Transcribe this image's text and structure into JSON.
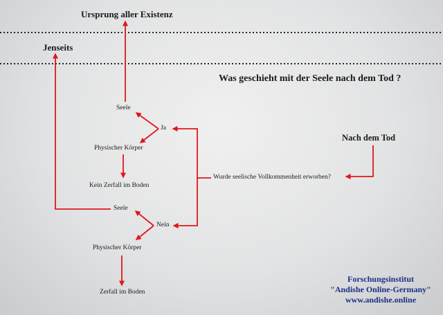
{
  "header": {
    "top_label": "Ursprung aller Existenz",
    "afterlife_label": "Jenseits",
    "question_title": "Was geschieht mit der Seele nach dem Tod ?"
  },
  "nodes": {
    "after_death": "Nach dem Tod",
    "question": "Wurde seelische Vollkommenheit erworben?",
    "yes": "Ja",
    "no": "Nein",
    "soul_yes": "Seele",
    "body_yes": "Physischer Körper",
    "no_decay": "Kein Zerfall im Boden",
    "soul_no": "Seele",
    "body_no": "Physischer Körper",
    "decay": "Zerfall im Boden"
  },
  "footer": {
    "line1": "Forschungsinstitut",
    "line2": "\"Andishe Online-Germany\"",
    "line3": "www.andishe.online"
  },
  "colors": {
    "arrow": "#e0161b",
    "footer_text": "#1d2f86",
    "divider": "#222222"
  }
}
